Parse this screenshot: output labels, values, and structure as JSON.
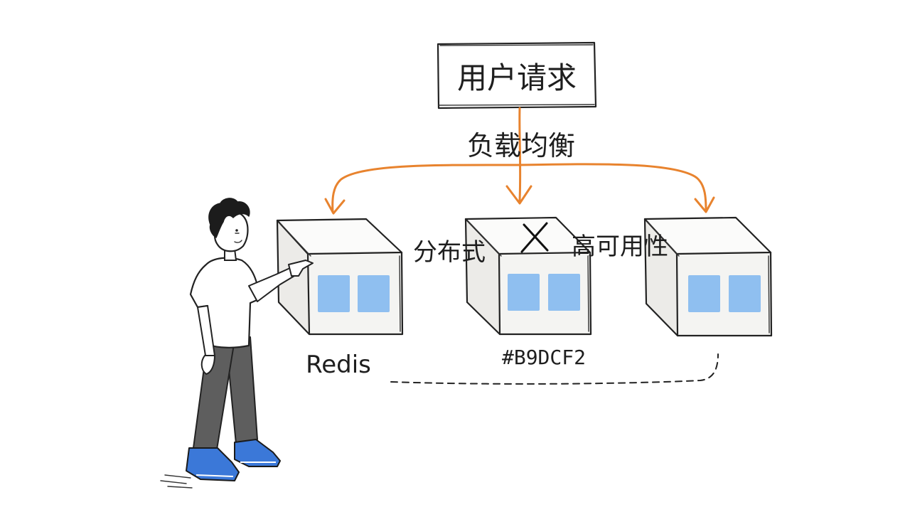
{
  "diagram": {
    "request_box_label": "用户请求",
    "load_balancer_label": "负载均衡",
    "distributed_label": "分布式",
    "high_availability_label": "高可用性",
    "redis_label": "Redis",
    "color_code_label": "#B9DCF2",
    "failure_mark": "X"
  },
  "colors": {
    "arrow": "#e8832e",
    "slot_fill": "#8fbff0",
    "shoe": "#3b78d8",
    "pants": "#5e5e5e",
    "ink": "#222222"
  },
  "icons": {
    "person": "person-pointing-icon",
    "server": "server-cube-icon",
    "failure": "x-mark-icon"
  }
}
